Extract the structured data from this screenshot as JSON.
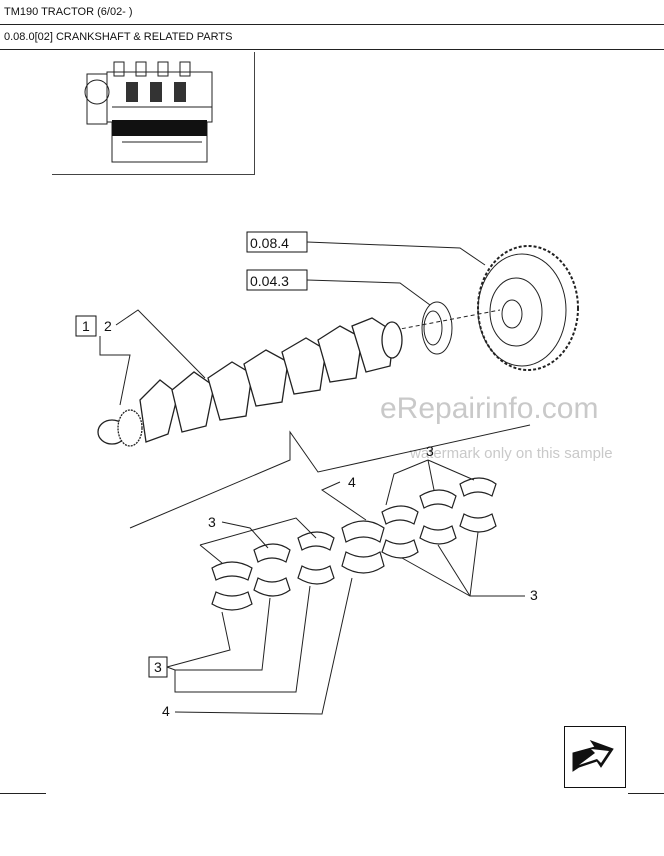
{
  "header": {
    "title": "TM190 TRACTOR (6/02- )",
    "subtitle": "0.08.0[02] CRANKSHAFT & RELATED PARTS"
  },
  "refs": [
    "0.08.4",
    "0.04.3"
  ],
  "callouts": {
    "c1": "1",
    "c2": "2",
    "c3a": "3",
    "c3b": "3",
    "c3c": "3",
    "c3d": "3",
    "c4a": "4",
    "c4b": "4"
  },
  "watermark": {
    "brand": "eRepairinfo.com",
    "note": "watermark only on this sample"
  },
  "icons": {
    "next_page": "next-page-arrow-icon",
    "engine": "engine-thumbnail-icon"
  }
}
